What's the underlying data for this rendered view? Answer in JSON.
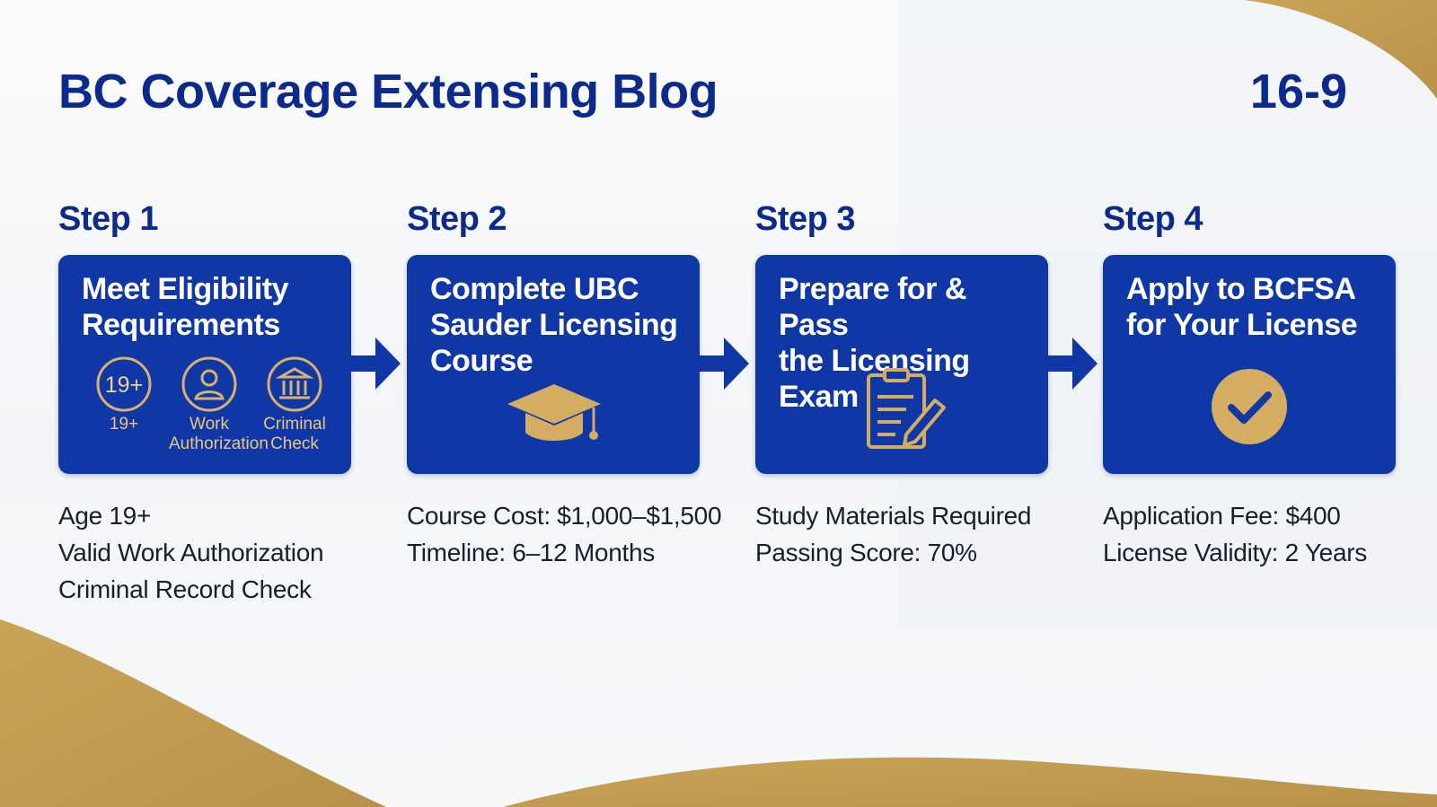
{
  "header": {
    "title": "BC Coverage Extensing Blog",
    "page_code": "16-9"
  },
  "colors": {
    "primary_blue": "#0f38a6",
    "title_blue": "#0c2a8c",
    "gold": "#c9a357",
    "gold_light": "#e9c47d"
  },
  "steps": [
    {
      "label": "Step 1",
      "card_title_lines": [
        "Meet Eligibility",
        "Requirements"
      ],
      "icons": [
        {
          "name": "age-19-icon",
          "badge": "19+",
          "label_lines": [
            "19+"
          ]
        },
        {
          "name": "person-icon",
          "label_lines": [
            "Work",
            "Authorization"
          ]
        },
        {
          "name": "courthouse-icon",
          "label_lines": [
            "Criminal",
            "Check"
          ]
        }
      ],
      "details": [
        "Age 19+",
        "Valid Work Authorization",
        "Criminal Record Check"
      ]
    },
    {
      "label": "Step 2",
      "card_title_lines": [
        "Complete UBC",
        "Sauder Licensing",
        "Course"
      ],
      "icon": "graduation-cap-icon",
      "details": [
        "Course Cost: $1,000–$1,500",
        "Timeline: 6–12 Months"
      ]
    },
    {
      "label": "Step 3",
      "card_title_lines": [
        "Prepare for & Pass",
        "the Licensing Exam"
      ],
      "icon": "clipboard-pencil-icon",
      "details": [
        "Study Materials Required",
        "Passing Score: 70%"
      ]
    },
    {
      "label": "Step 4",
      "card_title_lines": [
        "Apply to BCFSA",
        "for Your License"
      ],
      "icon": "checkmark-circle-icon",
      "details": [
        "Application Fee: $400",
        "License Validity: 2 Years"
      ]
    }
  ]
}
